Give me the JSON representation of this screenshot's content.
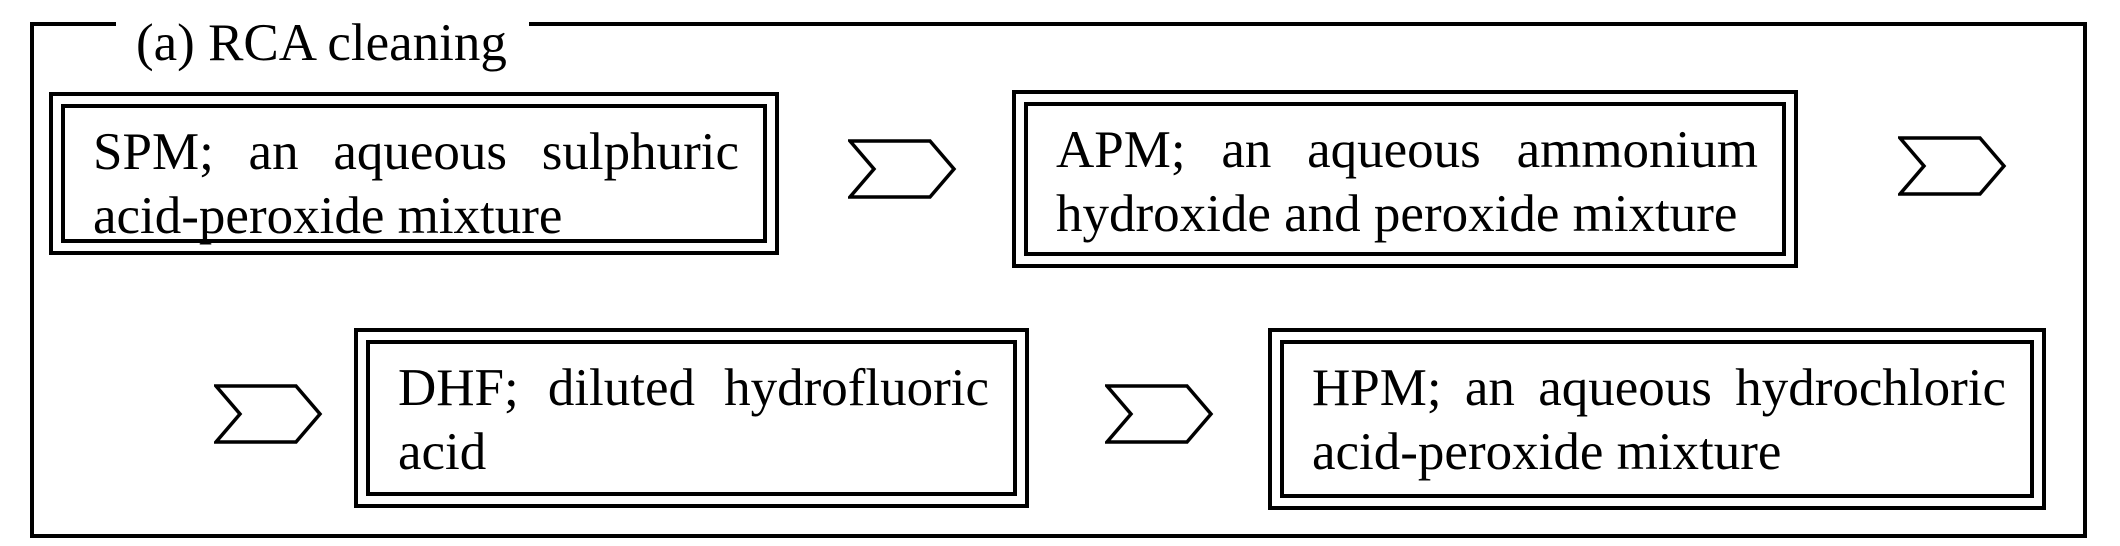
{
  "diagram": {
    "title": "(a) RCA cleaning",
    "steps": [
      {
        "label": "SPM; an aqueous sulphuric acid-peroxide mixture"
      },
      {
        "label": "APM; an aqueous ammonium hydroxide and peroxide mixture"
      },
      {
        "label": "DHF; diluted hydrofluoric acid"
      },
      {
        "label": "HPM; an aqueous hydrochloric acid-peroxide mixture"
      }
    ],
    "connector_icon": "chevron-right-arrow",
    "colors": {
      "line": "#000000",
      "background": "#ffffff"
    }
  }
}
